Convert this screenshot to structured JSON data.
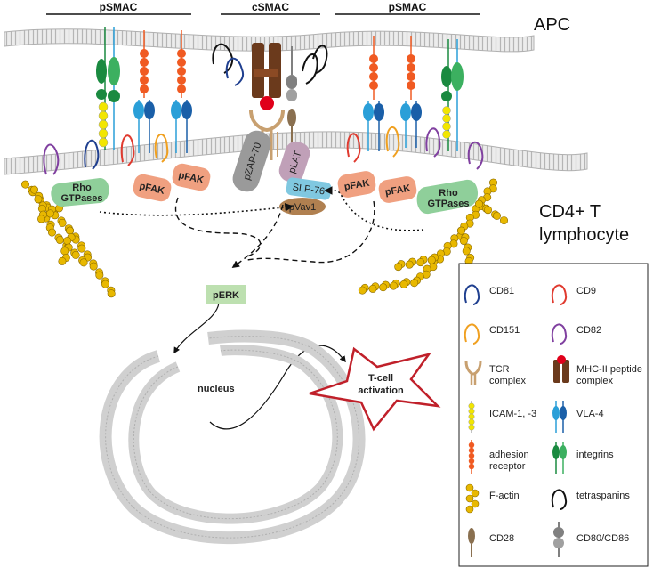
{
  "header": {
    "psmac_left": "pSMAC",
    "csmac": "cSMAC",
    "psmac_right": "pSMAC"
  },
  "cells": {
    "apc": "APC",
    "tcell_line1": "CD4+ T",
    "tcell_line2": "lymphocyte"
  },
  "signaling": {
    "rho_left": [
      "Rho",
      "GTPases"
    ],
    "rho_right": [
      "Rho",
      "GTPases"
    ],
    "pfak": "pFAK",
    "pzap70": "pZAP-70",
    "plat": "pLAT",
    "slp76": "SLP-76",
    "pvav1": "pVav1",
    "perk": "pERK",
    "nucleus": "nucleus",
    "activation": [
      "T-cell",
      "activation"
    ]
  },
  "legend": {
    "items": [
      {
        "label": [
          "CD81"
        ],
        "icon": "cd81-icon"
      },
      {
        "label": [
          "CD9"
        ],
        "icon": "cd9-icon"
      },
      {
        "label": [
          "CD151"
        ],
        "icon": "cd151-icon"
      },
      {
        "label": [
          "CD82"
        ],
        "icon": "cd82-icon"
      },
      {
        "label": [
          "TCR",
          "complex"
        ],
        "icon": "tcr-complex-icon"
      },
      {
        "label": [
          "MHC-II peptide",
          "complex"
        ],
        "icon": "mhc-ii-peptide-icon"
      },
      {
        "label": [
          "ICAM-1, -3"
        ],
        "icon": "icam-icon"
      },
      {
        "label": [
          "VLA-4"
        ],
        "icon": "vla4-icon"
      },
      {
        "label": [
          "adhesion",
          "receptor"
        ],
        "icon": "adhesion-receptor-icon"
      },
      {
        "label": [
          "integrins"
        ],
        "icon": "integrins-icon"
      },
      {
        "label": [
          "F-actin"
        ],
        "icon": "f-actin-icon"
      },
      {
        "label": [
          "tetraspanins"
        ],
        "icon": "tetraspanins-icon"
      },
      {
        "label": [
          "CD28"
        ],
        "icon": "cd28-icon"
      },
      {
        "label": [
          "CD80/CD86"
        ],
        "icon": "cd80-cd86-icon"
      }
    ]
  },
  "colors": {
    "membrane": "#c9c9c9",
    "cd81": "#1f3f8f",
    "cd9": "#e03a2f",
    "cd151": "#f0a020",
    "cd82": "#8040a0",
    "tcr": "#c8a070",
    "mhc": "#6b3a1c",
    "peptide": "#e0001a",
    "icam": "#f2e600",
    "vla4": "#2a9fd8",
    "adhesion": "#f05a22",
    "integrin": "#1a8a40",
    "factin": "#e8b800",
    "cd28": "#8a7050",
    "cd80": "#808080",
    "pfak": "#f0a080",
    "rho": "#8fcf9a",
    "zap": "#9a9a9a",
    "lat": "#c0a0b8",
    "slp": "#80c8e0",
    "vav": "#b08050",
    "perk": "#bde0b0",
    "star": "#c0202a"
  }
}
